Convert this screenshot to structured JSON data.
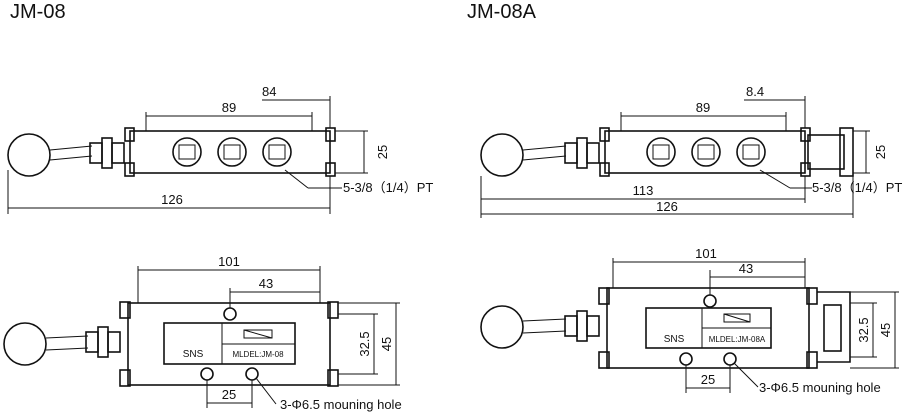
{
  "models": [
    {
      "name": "JM-08",
      "dims": {
        "d89": "89",
        "d84": "84",
        "d25": "25",
        "d126": "126",
        "port": "5-3/8（1/4）PT"
      },
      "bottom": {
        "d101": "101",
        "d43": "43",
        "d325": "32.5",
        "d45": "45",
        "d25b": "25",
        "hole": "3-Φ6.5 mouning hole",
        "brand": "SNS",
        "model_plate": "MLDEL:JM-08"
      }
    },
    {
      "name": "JM-08A",
      "dims": {
        "d89": "89",
        "d84": "8.4",
        "d25": "25",
        "d113": "113",
        "d126": "126",
        "port": "5-3/8（1/4）PT"
      },
      "bottom": {
        "d101": "101",
        "d43": "43",
        "d325": "32.5",
        "d45": "45",
        "d25b": "25",
        "hole": "3-Φ6.5 mouning hole",
        "brand": "SNS",
        "model_plate": "MLDEL:JM-08A"
      }
    }
  ]
}
